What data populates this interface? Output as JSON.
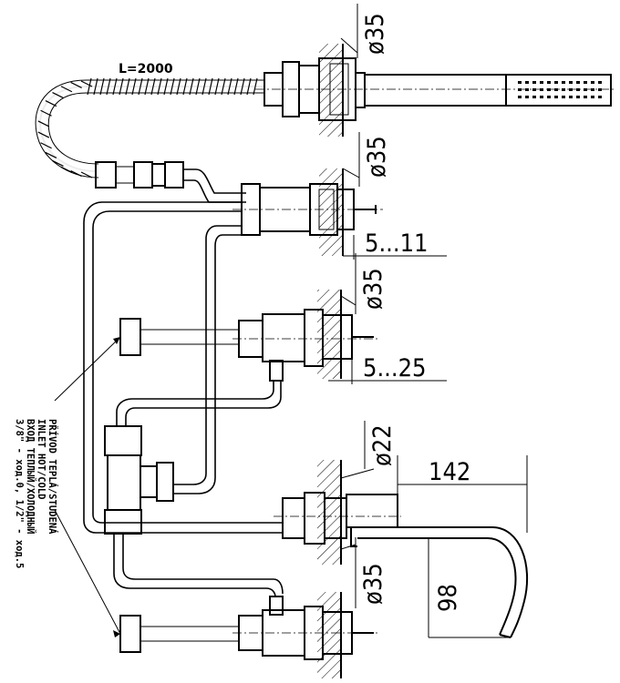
{
  "diagram": {
    "hose_length_label": "L=2000",
    "dimensions": {
      "dia_top": "ø35",
      "dia_2": "ø35",
      "range_2": "5...11",
      "dia_3": "ø35",
      "range_3": "5...25",
      "dia_spout": "ø22",
      "spout_reach": "142",
      "spout_height": "98",
      "dia_bottom": "ø35"
    },
    "inlet_note": {
      "line1": "PŘÍVOD TEPLÁ/STUDENÁ",
      "line2": "INLET HOT/COLD",
      "line3": "ВХОД ТЕПЛЫЙ/ХОЛОДНЫЙ",
      "line4": "3/8\" - ход.0, 1/2\" - ход.5"
    }
  }
}
